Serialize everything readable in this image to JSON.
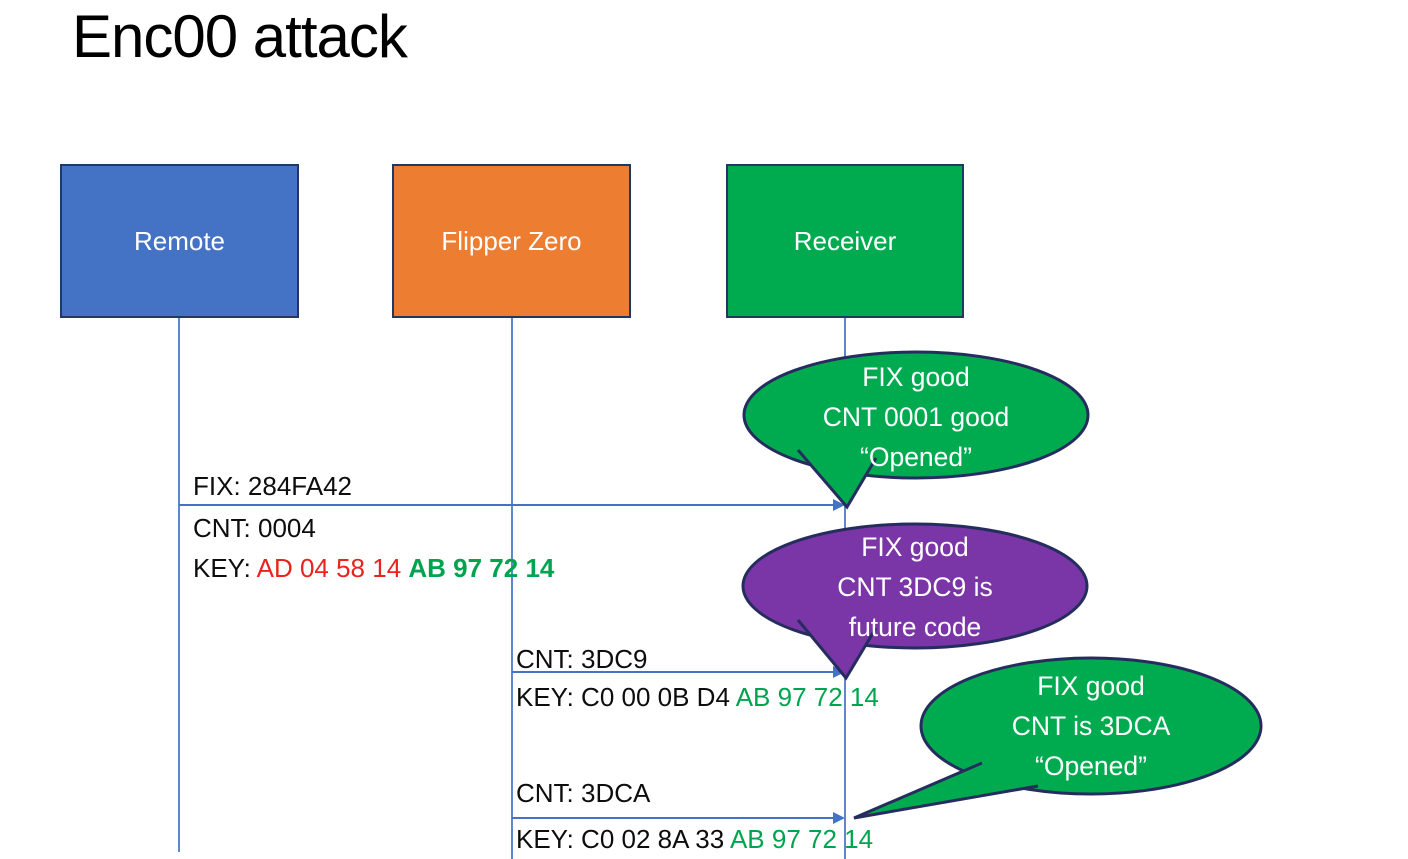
{
  "slide": {
    "title": "Enc00 attack"
  },
  "actors": [
    {
      "label": "Remote",
      "color": "#4472C4"
    },
    {
      "label": "Flipper Zero",
      "color": "#ED7D31"
    },
    {
      "label": "Receiver",
      "color": "#00AB50"
    }
  ],
  "messages": [
    {
      "fix": "FIX: 284FA42",
      "cnt": "CNT: 0004",
      "key_label": "KEY: ",
      "key_red": "AD 04 58 14 ",
      "key_green": "AB 97 72 14"
    },
    {
      "cnt": "CNT: 3DC9",
      "key_label": "KEY: C0 00 0B D4 ",
      "key_green": "AB 97 72 14"
    },
    {
      "cnt": "CNT: 3DCA",
      "key_label": "KEY: C0 02 8A 33 ",
      "key_green": "AB 97 72 14"
    }
  ],
  "bubbles": [
    {
      "line1": "FIX good",
      "line2": "CNT 0001 good",
      "line3": "“Opened”",
      "color": "#00AB50"
    },
    {
      "line1": "FIX good",
      "line2": "CNT 3DC9 is",
      "line3": "future code",
      "color": "#7A35A6"
    },
    {
      "line1": "FIX good",
      "line2": "CNT is 3DCA",
      "line3": "“Opened”",
      "color": "#00AB50"
    }
  ],
  "colors": {
    "actor_border": "#1F3864",
    "bubble_border": "#252D5E",
    "arrow": "#4472C4",
    "key_red": "#E8241E",
    "key_green": "#00A44F",
    "text": "#0D0D0D"
  }
}
